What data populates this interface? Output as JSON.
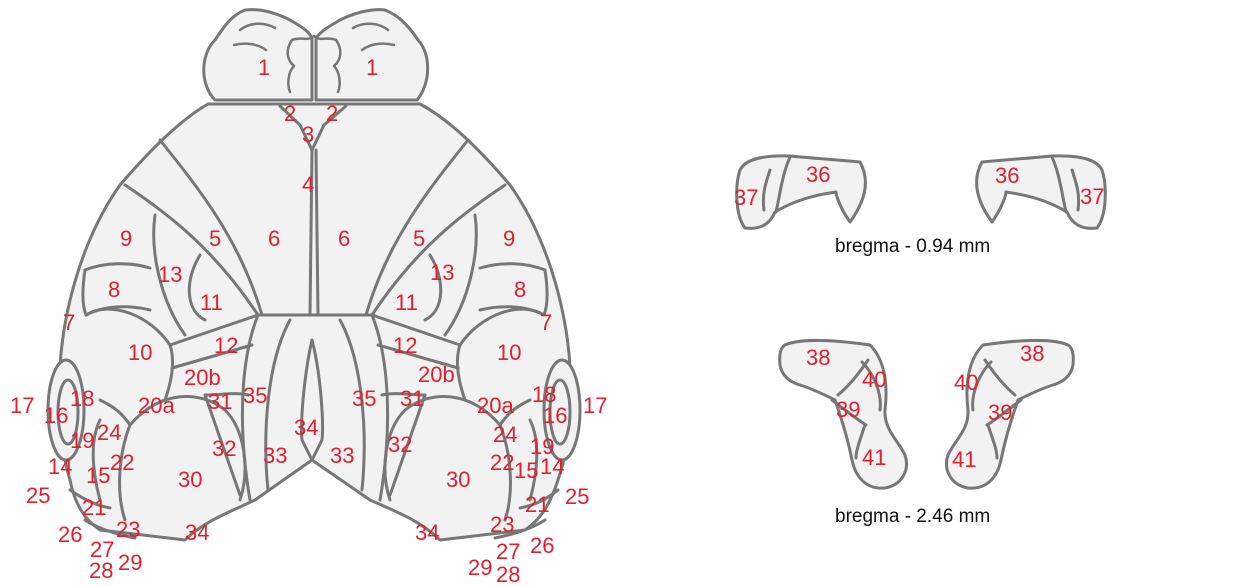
{
  "colors": {
    "outline": "#777777",
    "label": "#e0202f",
    "caption": "#111111",
    "fill": "#f2f2f2"
  },
  "captions": {
    "top": "bregma  - 0.94 mm",
    "bottom": "bregma  - 2.46 mm"
  },
  "labels": [
    "1",
    "1",
    "2",
    "2",
    "3",
    "4",
    "5",
    "5",
    "6",
    "6",
    "9",
    "9",
    "8",
    "8",
    "7",
    "7",
    "13",
    "13",
    "11",
    "11",
    "10",
    "10",
    "12",
    "12",
    "20b",
    "20b",
    "17",
    "16",
    "18",
    "20a",
    "31",
    "35",
    "35",
    "31",
    "20a",
    "18",
    "16",
    "17",
    "19",
    "24",
    "34",
    "32",
    "32",
    "24",
    "19",
    "14",
    "22",
    "15",
    "33",
    "33",
    "22",
    "15",
    "14",
    "30",
    "30",
    "25",
    "21",
    "21",
    "25",
    "26",
    "23",
    "34",
    "34",
    "23",
    "26",
    "27",
    "29",
    "28",
    "27",
    "29",
    "28",
    "36",
    "37",
    "36",
    "37",
    "38",
    "40",
    "39",
    "41",
    "40",
    "38",
    "39",
    "41"
  ]
}
